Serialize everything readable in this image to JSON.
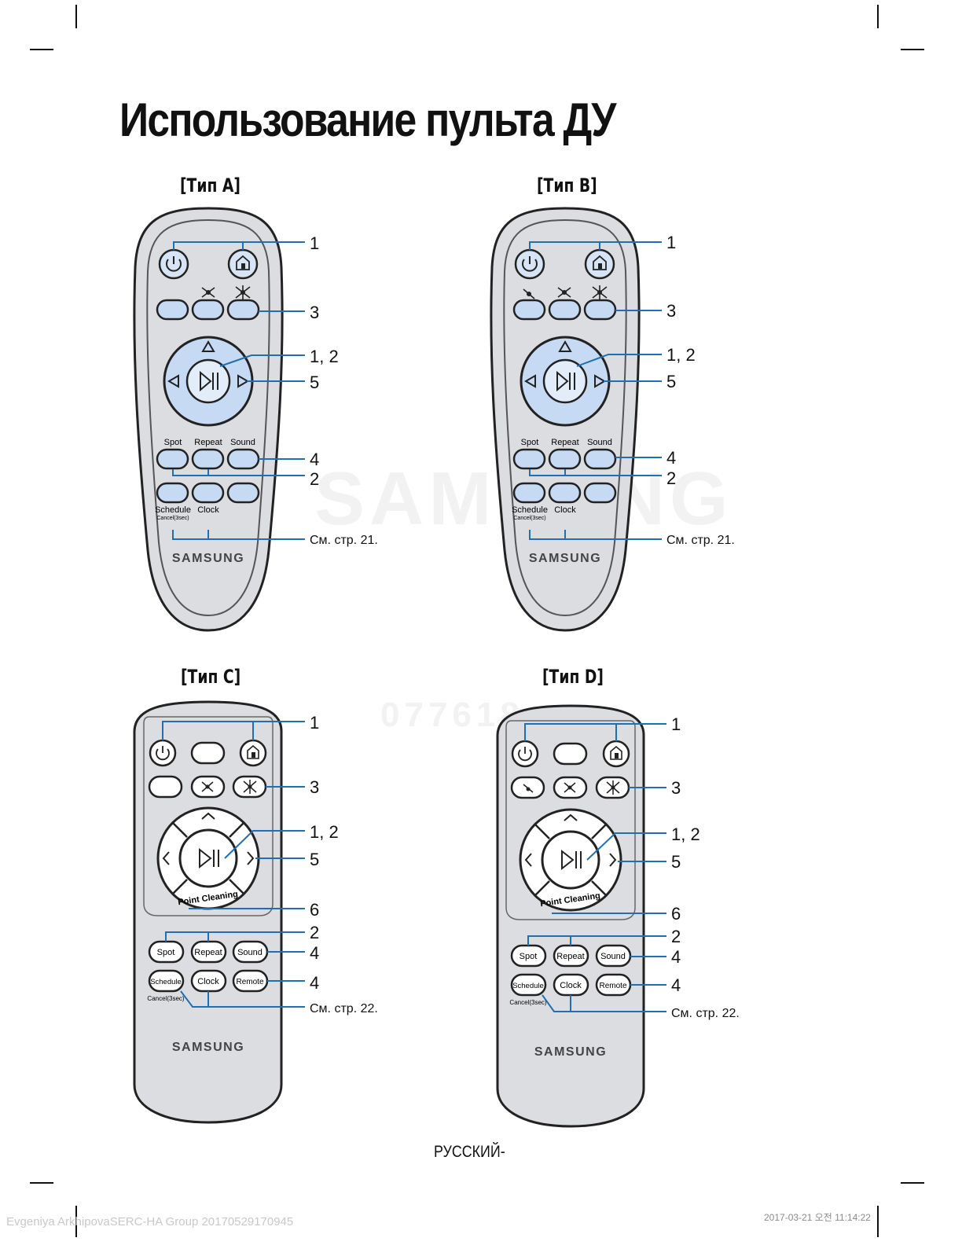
{
  "title": "Использование пульта ДУ",
  "footer": "РУССКИЙ-",
  "stamp_left": "Evgeniya ArkhipovaSERC-HA Group 20170529170945",
  "stamp_right": "2017-03-21   오전 11:14:22",
  "watermark": "SAMSUNG",
  "watermark_code": "077618",
  "brand": "SAMSUNG",
  "colors": {
    "callout": "#1f6fb4",
    "accent": "#c7daf4",
    "body": "#dcdde1"
  },
  "remotes": [
    {
      "label": "[Тип A]",
      "buttons": [
        "Spot",
        "Repeat",
        "Sound",
        "Schedule",
        "Clock"
      ],
      "cancel": "Cancel(3sec)",
      "callouts": [
        "1",
        "3",
        "1, 2",
        "5",
        "4",
        "2",
        "См. стр. 21."
      ]
    },
    {
      "label": "[Тип B]",
      "buttons": [
        "Spot",
        "Repeat",
        "Sound",
        "Schedule",
        "Clock"
      ],
      "cancel": "Cancel(3sec)",
      "callouts": [
        "1",
        "3",
        "1, 2",
        "5",
        "4",
        "2",
        "См. стр. 21."
      ]
    },
    {
      "label": "[Тип C]",
      "buttons": [
        "Spot",
        "Repeat",
        "Sound",
        "Schedule",
        "Clock",
        "Remote"
      ],
      "cancel": "Cancel(3sec)",
      "ring": "Point Cleaning",
      "callouts": [
        "1",
        "3",
        "1, 2",
        "5",
        "6",
        "2",
        "4",
        "4",
        "См. стр. 22."
      ]
    },
    {
      "label": "[Тип D]",
      "buttons": [
        "Spot",
        "Repeat",
        "Sound",
        "Schedule",
        "Clock",
        "Remote"
      ],
      "cancel": "Cancel(3sec)",
      "ring": "Point Cleaning",
      "callouts": [
        "1",
        "3",
        "1, 2",
        "5",
        "6",
        "2",
        "4",
        "4",
        "См. стр. 22."
      ]
    }
  ]
}
